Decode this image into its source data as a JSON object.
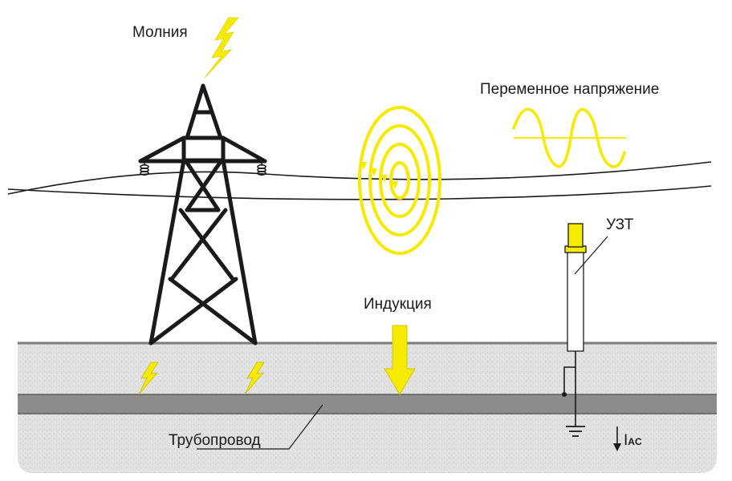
{
  "labels": {
    "lightning": "Молния",
    "alternating_voltage": "Переменное напряжение",
    "induction": "Индукция",
    "device": "УЗТ",
    "pipeline": "Трубопровод",
    "current_main": "I",
    "current_sub": "AC"
  },
  "colors": {
    "yellow": "#f5ea00",
    "ground": "#e1e1e1",
    "ground_line": "#7d7d7d",
    "pipe": "#8c8c8c",
    "line": "#1a1a1a"
  }
}
